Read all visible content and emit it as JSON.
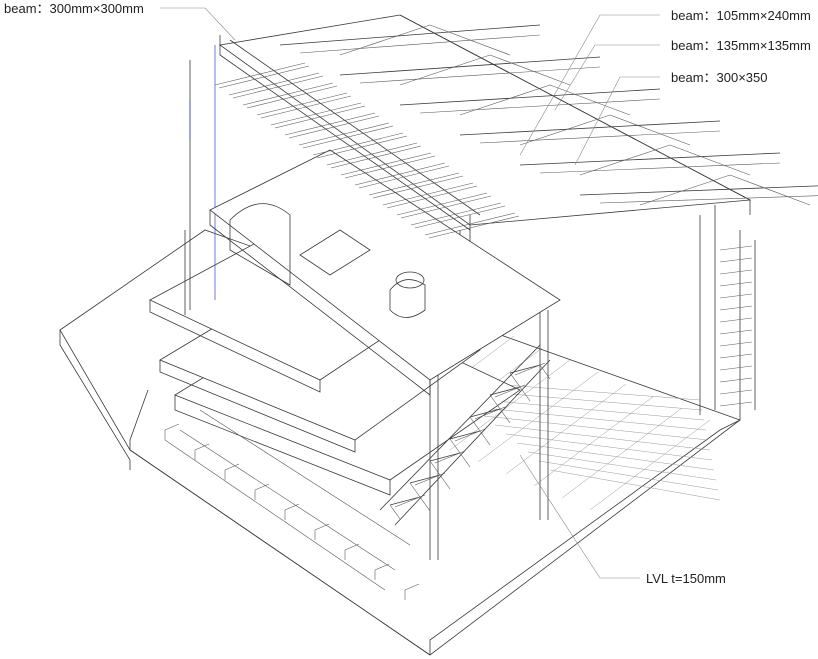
{
  "labels": {
    "beam_main": "beam：300mm×300mm",
    "beam_a": "beam：105mm×240mm",
    "beam_b": "beam：135mm×135mm",
    "beam_c": "beam：300×350",
    "lvl": "LVL t=150mm"
  },
  "colors": {
    "line": "#3a3a3a",
    "accent": "#3c46c8",
    "leader": "#8a8a8a"
  }
}
